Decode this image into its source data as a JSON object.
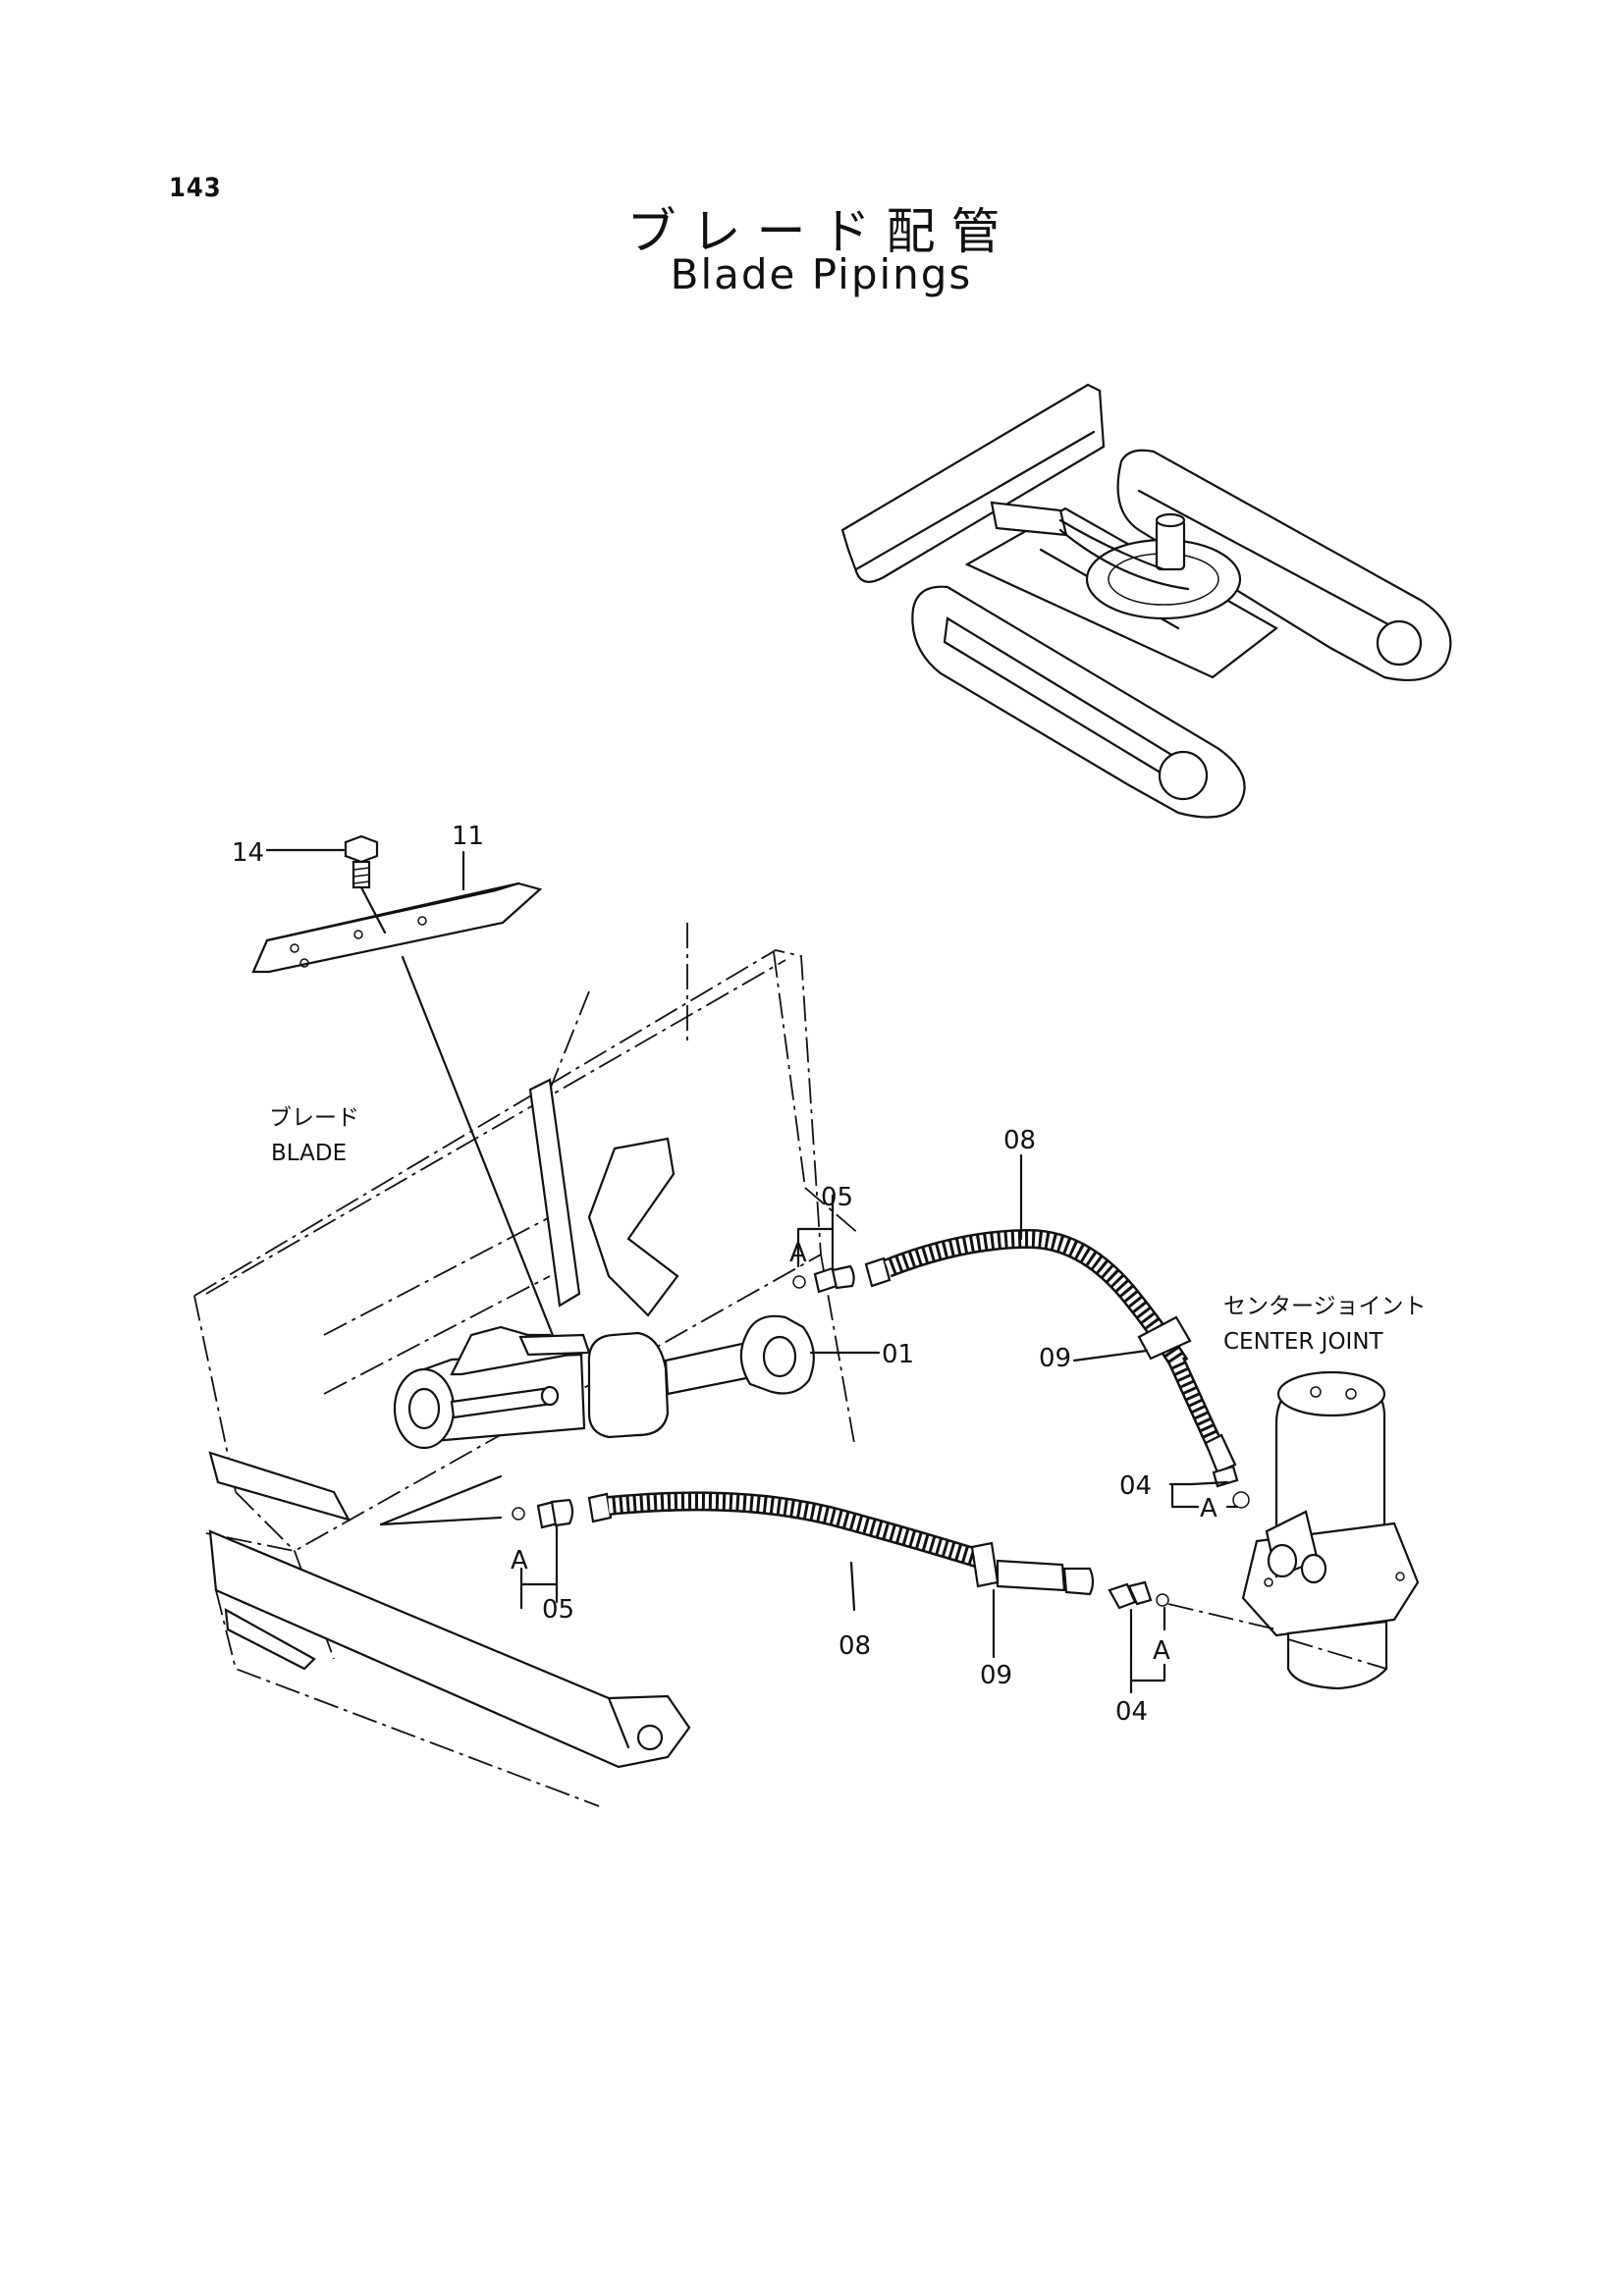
{
  "page": {
    "number": "143",
    "title_ja": "ブレード配管",
    "title_en": "Blade Pipings"
  },
  "captions": {
    "blade_ja": "ブレード",
    "blade_en": "BLADE",
    "center_joint_ja": "センタージョイント",
    "center_joint_en": "CENTER JOINT"
  },
  "callouts": {
    "p01": "01",
    "p04_upper": "04",
    "p04_lower": "04",
    "p05_upper": "05",
    "p05_lower": "05",
    "p08_upper": "08",
    "p08_lower": "08",
    "p09_upper": "09",
    "p09_lower": "09",
    "p11": "11",
    "p14": "14",
    "a1": "A",
    "a2": "A",
    "a3": "A",
    "a4": "A"
  }
}
